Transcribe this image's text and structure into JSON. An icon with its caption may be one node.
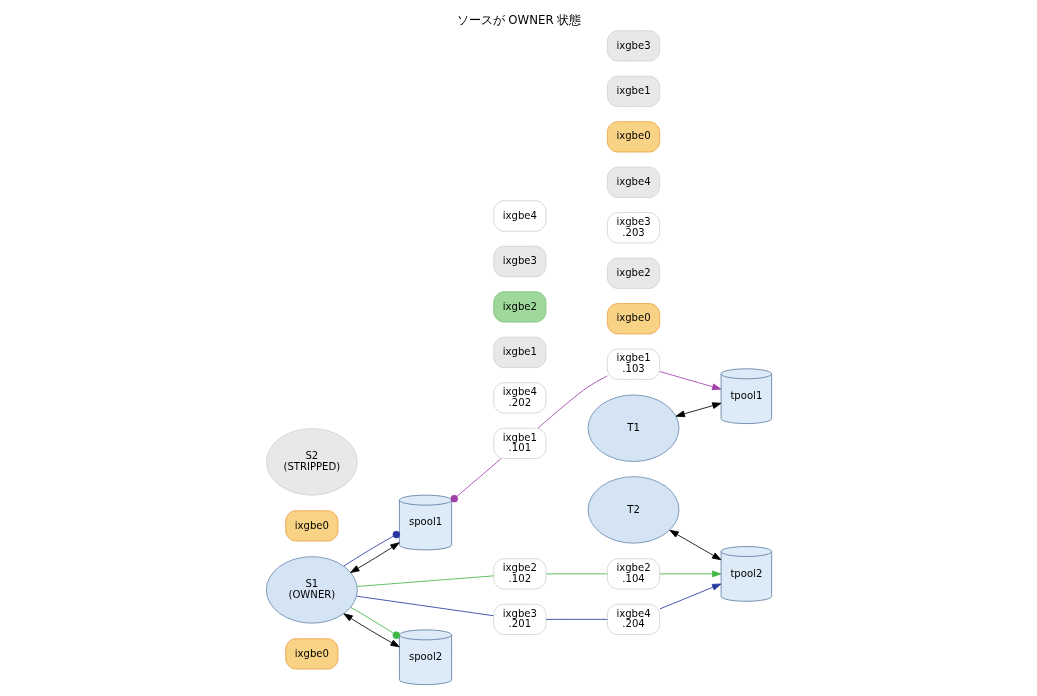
{
  "diagram": {
    "title": "ソースが OWNER 状態",
    "nodes": [
      {
        "text": [
          "ixgbe0"
        ]
      },
      {
        "text": [
          "ixgbe1",
          ".101"
        ]
      },
      {
        "text": [
          "S1",
          "(OWNER)"
        ]
      },
      {
        "text": [
          "ixgbe2",
          ".102"
        ]
      },
      {
        "text": [
          "ixgbe3",
          ".201"
        ]
      },
      {
        "text": [
          "spool1"
        ]
      },
      {
        "text": [
          "ixgbe4",
          ".202"
        ]
      },
      {
        "text": [
          "spool2"
        ]
      },
      {
        "text": [
          "ixgbe0"
        ]
      },
      {
        "text": [
          "ixgbe1"
        ]
      },
      {
        "text": [
          "S2",
          "(STRIPPED)"
        ]
      },
      {
        "text": [
          "ixgbe2"
        ]
      },
      {
        "text": [
          "ixgbe3"
        ]
      },
      {
        "text": [
          "ixgbe4"
        ]
      },
      {
        "text": [
          "ixgbe0"
        ]
      },
      {
        "text": [
          "ixgbe1",
          ".103"
        ]
      },
      {
        "text": [
          "T1"
        ]
      },
      {
        "text": [
          "ixgbe2"
        ]
      },
      {
        "text": [
          "ixgbe3",
          ".203"
        ]
      },
      {
        "text": [
          "ixgbe4"
        ]
      },
      {
        "text": [
          "tpool1"
        ]
      },
      {
        "text": [
          "ixgbe0"
        ]
      },
      {
        "text": [
          "tpool2"
        ]
      },
      {
        "text": [
          "ixgbe1"
        ]
      },
      {
        "text": [
          "ixgbe2",
          ".104"
        ]
      },
      {
        "text": [
          "T2"
        ]
      },
      {
        "text": [
          "ixgbe3"
        ]
      },
      {
        "text": [
          "ixgbe4",
          ".204"
        ]
      }
    ],
    "edges": [
      {
        "from": 2,
        "to": 5,
        "arrow": "both"
      },
      {
        "from": 2,
        "to": 7,
        "arrow": "both"
      },
      {
        "from": 16,
        "to": 20,
        "arrow": "both"
      },
      {
        "from": 25,
        "to": 22,
        "arrow": "both"
      },
      {
        "from": 5,
        "to": 1,
        "arrow": "other",
        "color": "#a040a8"
      },
      {
        "from": 1,
        "to": 15,
        "arrow": "none",
        "color": "#a040a8"
      },
      {
        "from": 15,
        "to": 20,
        "arrow": "to",
        "color": "#a040a8"
      },
      {
        "from": 5,
        "to": 2,
        "arrow": "other",
        "color": "#2838a0"
      },
      {
        "from": 2,
        "to": 4,
        "arrow": "none",
        "color": "#2838a0"
      },
      {
        "from": 4,
        "to": 27,
        "arrow": "none",
        "color": "#2838a0"
      },
      {
        "from": 27,
        "to": 22,
        "arrow": "to",
        "color": "#2838a0"
      },
      {
        "from": 7,
        "to": 2,
        "arrow": "other",
        "color": "#40b848"
      },
      {
        "from": 2,
        "to": 3,
        "arrow": "none",
        "color": "#40b848"
      },
      {
        "from": 3,
        "to": 24,
        "arrow": "none",
        "color": "#40b848"
      },
      {
        "from": 24,
        "to": 22,
        "arrow": "to",
        "color": "#40b848"
      }
    ]
  }
}
